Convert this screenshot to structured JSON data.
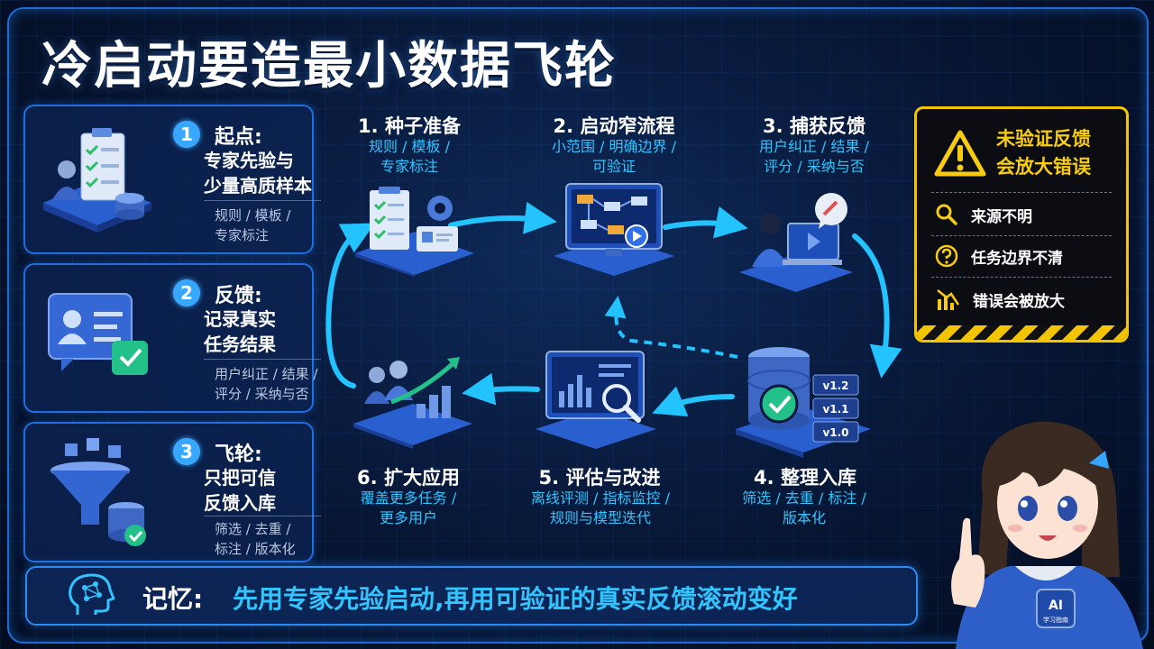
{
  "title": "冷启动要造最小数据飞轮",
  "panels": [
    {
      "num": "1",
      "title": "起点:",
      "desc": [
        "专家先验与",
        "少量高质样本"
      ],
      "sub": [
        "规则 / 模板 /",
        "专家标注"
      ]
    },
    {
      "num": "2",
      "title": "反馈:",
      "desc": [
        "记录真实",
        "任务结果"
      ],
      "sub": [
        "用户纠正 / 结果 /",
        "评分 / 采纳与否"
      ]
    },
    {
      "num": "3",
      "title": "飞轮:",
      "desc": [
        "只把可信",
        "反馈入库"
      ],
      "sub": [
        "筛选 / 去重 /",
        "标注 / 版本化"
      ]
    }
  ],
  "steps": [
    {
      "title": "1. 种子准备",
      "sub": [
        "规则 / 模板 /",
        "专家标注"
      ]
    },
    {
      "title": "2. 启动窄流程",
      "sub": [
        "小范围 / 明确边界 /",
        "可验证"
      ]
    },
    {
      "title": "3. 捕获反馈",
      "sub": [
        "用户纠正 / 结果 /",
        "评分 / 采纳与否"
      ]
    },
    {
      "title": "4. 整理入库",
      "sub": [
        "筛选 / 去重 / 标注 /",
        "版本化"
      ]
    },
    {
      "title": "5. 评估与改进",
      "sub": [
        "离线评测 / 指标监控 /",
        "规则与模型迭代"
      ]
    },
    {
      "title": "6. 扩大应用",
      "sub": [
        "覆盖更多任务 /",
        "更多用户"
      ]
    }
  ],
  "versions": [
    "v1.2",
    "v1.1",
    "v1.0"
  ],
  "warning": {
    "title": [
      "未验证反馈",
      "会放大错误"
    ],
    "items": [
      {
        "icon": "magnifier-icon",
        "label": "来源不明"
      },
      {
        "icon": "question-icon",
        "label": "任务边界不清"
      },
      {
        "icon": "chart-down-icon",
        "label": "错误会被放大"
      }
    ],
    "color": "#f3c400"
  },
  "memory": {
    "label": "记忆:",
    "text": "先用专家先验启动,再用可验证的真实反馈滚动变好"
  },
  "mascot_badge": [
    "AI",
    "学习指南"
  ],
  "colors": {
    "accent": "#33c4ff",
    "frame": "#1e6bd6",
    "arrow": "#22c3ff",
    "warning": "#f3c400"
  }
}
